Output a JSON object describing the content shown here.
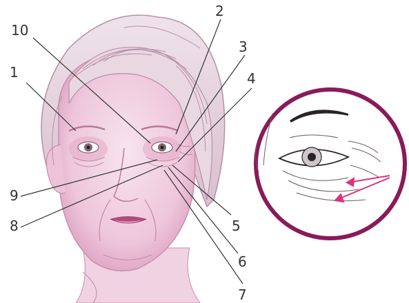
{
  "callouts": {
    "c1": "1",
    "c2": "2",
    "c3": "3",
    "c4": "4",
    "c5": "5",
    "c6": "6",
    "c7": "7",
    "c8": "8",
    "c9": "9",
    "c10": "10"
  },
  "colors": {
    "skin": "#f2d6e6",
    "skin_shadow": "#d99ebd",
    "hair": "#e7d3df",
    "hair_line": "#b98ea6",
    "inset_ring": "#8a1a5a",
    "arrow": "#e0307a",
    "leader_line": "#333333"
  },
  "icons": [
    "face-illustration",
    "eye-detail-inset",
    "arrow-icon"
  ]
}
